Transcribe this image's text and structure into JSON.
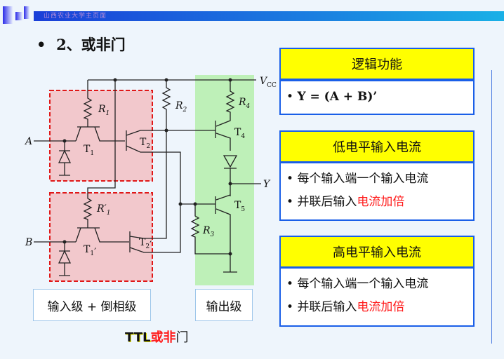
{
  "header": {
    "text": "山西农业大学主页面"
  },
  "slide": {
    "title": "2、或非门",
    "bullet": "•"
  },
  "circuit": {
    "vcc": "V",
    "vcc_sub": "CC",
    "A": "A",
    "B": "B",
    "Y": "Y",
    "R1": "R",
    "R1_sub": "1",
    "R1p": "R′",
    "R1p_sub": "1",
    "R2": "R",
    "R2_sub": "2",
    "R3": "R",
    "R3_sub": "3",
    "R4": "R",
    "R4_sub": "4",
    "T1": "T",
    "T1_sub": "1",
    "T1p": "T",
    "T1p_sub": "1",
    "T2": "T",
    "T2_sub": "2",
    "T2p": "T",
    "T2p_sub": "2",
    "T4": "T",
    "T4_sub": "4",
    "T5": "T",
    "T5_sub": "5",
    "stage_input": "输入级 + 倒相级",
    "stage_output": "输出级",
    "caption": {
      "part1": "TTL",
      "part2": "或非",
      "part3": "门"
    }
  },
  "panels": [
    {
      "header": "逻辑功能",
      "items": [
        {
          "text": "Y = (A + B)’"
        }
      ]
    },
    {
      "header": "低电平输入电流",
      "items": [
        {
          "text": "每个输入端一个输入电流"
        },
        {
          "text": "并联后输入",
          "highlight": "电流加倍"
        }
      ]
    },
    {
      "header": "高电平输入电流",
      "items": [
        {
          "text": "每个输入端一个输入电流"
        },
        {
          "text": "并联后输入",
          "highlight": "电流加倍"
        }
      ]
    }
  ],
  "colors": {
    "panel_header": "#ffff00",
    "panel_border": "#1a5fe8",
    "highlight": "#ff1a1a",
    "input_stage": "#f2c8cc",
    "output_stage": "#b8f0b0"
  }
}
